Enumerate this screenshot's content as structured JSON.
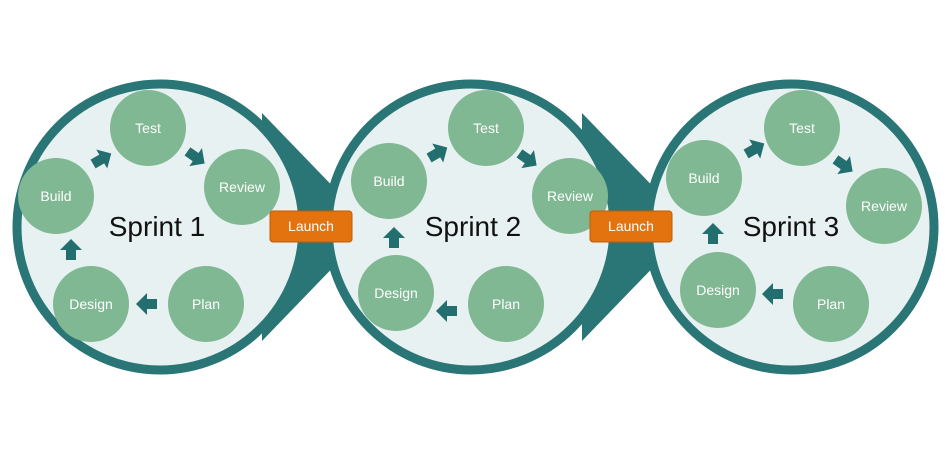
{
  "colors": {
    "ring": "#2a7576",
    "sprint_fill": "#e7f1f1",
    "node_fill": "#7fb893",
    "arrow": "#236e6f",
    "launch_fill": "#e3730f",
    "launch_stroke": "#c55a05",
    "title_text": "#111111",
    "node_text": "#ffffff"
  },
  "sprints": [
    {
      "title": "Sprint 1",
      "nodes": {
        "test": "Test",
        "review": "Review",
        "plan": "Plan",
        "design": "Design",
        "build": "Build"
      }
    },
    {
      "title": "Sprint 2",
      "nodes": {
        "test": "Test",
        "review": "Review",
        "plan": "Plan",
        "design": "Design",
        "build": "Build"
      }
    },
    {
      "title": "Sprint 3",
      "nodes": {
        "test": "Test",
        "review": "Review",
        "plan": "Plan",
        "design": "Design",
        "build": "Build"
      }
    }
  ],
  "launches": [
    {
      "label": "Launch"
    },
    {
      "label": "Launch"
    }
  ]
}
